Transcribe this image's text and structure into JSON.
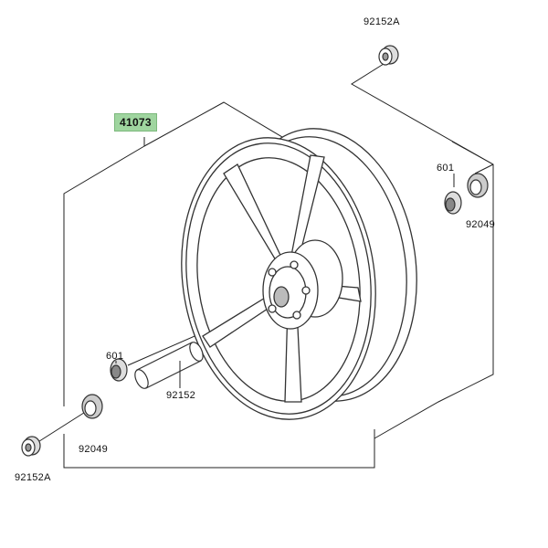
{
  "diagram": {
    "highlight_color": "#9fd59f",
    "labels": {
      "wheel": "41073",
      "bearing_top": "92152A",
      "bearing_bottom": "92152A",
      "seal_right": "92049",
      "seal_left": "92049",
      "bearing_right": "601",
      "bearing_left": "601",
      "collar": "92152"
    }
  }
}
